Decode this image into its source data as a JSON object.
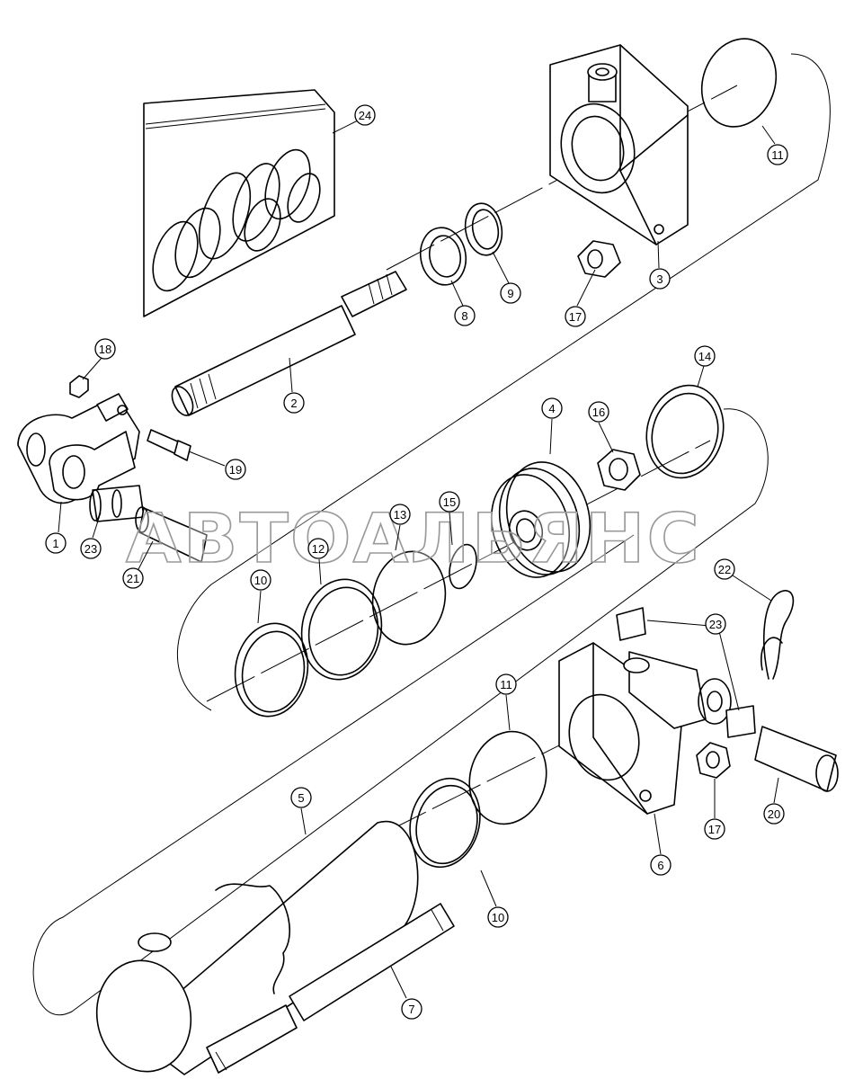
{
  "watermark": "АВТОАЛЬЯНС",
  "callouts": [
    {
      "id": "1",
      "label": "1"
    },
    {
      "id": "2",
      "label": "2"
    },
    {
      "id": "3",
      "label": "3"
    },
    {
      "id": "4",
      "label": "4"
    },
    {
      "id": "5",
      "label": "5"
    },
    {
      "id": "6",
      "label": "6"
    },
    {
      "id": "7",
      "label": "7"
    },
    {
      "id": "8",
      "label": "8"
    },
    {
      "id": "9",
      "label": "9"
    },
    {
      "id": "10a",
      "label": "10"
    },
    {
      "id": "10b",
      "label": "10"
    },
    {
      "id": "11a",
      "label": "11"
    },
    {
      "id": "11b",
      "label": "11"
    },
    {
      "id": "12",
      "label": "12"
    },
    {
      "id": "13",
      "label": "13"
    },
    {
      "id": "14",
      "label": "14"
    },
    {
      "id": "15",
      "label": "15"
    },
    {
      "id": "16",
      "label": "16"
    },
    {
      "id": "17a",
      "label": "17"
    },
    {
      "id": "17b",
      "label": "17"
    },
    {
      "id": "18",
      "label": "18"
    },
    {
      "id": "19",
      "label": "19"
    },
    {
      "id": "20",
      "label": "20"
    },
    {
      "id": "21",
      "label": "21"
    },
    {
      "id": "22",
      "label": "22"
    },
    {
      "id": "23a",
      "label": "23"
    },
    {
      "id": "23b",
      "label": "23"
    },
    {
      "id": "24",
      "label": "24"
    }
  ]
}
